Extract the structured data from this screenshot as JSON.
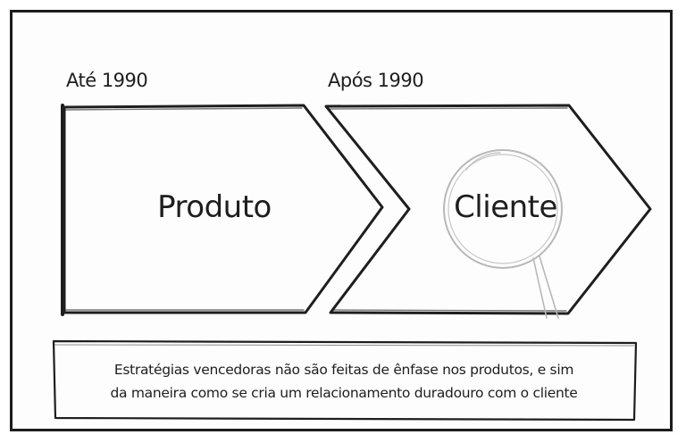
{
  "diagram": {
    "left_stage": {
      "period": "Até 1990",
      "label": "Produto"
    },
    "right_stage": {
      "period": "Após 1990",
      "label": "Cliente",
      "icon": "magnifying-glass-icon"
    },
    "caption": {
      "line1": "Estratégias vencedoras não são feitas de ênfase nos produtos, e sim",
      "line2": "da maneira como se cria um relacionamento duradouro com o cliente"
    },
    "colors": {
      "ink": "#1e1e1e",
      "magnifier": "#b8b8b8"
    }
  }
}
